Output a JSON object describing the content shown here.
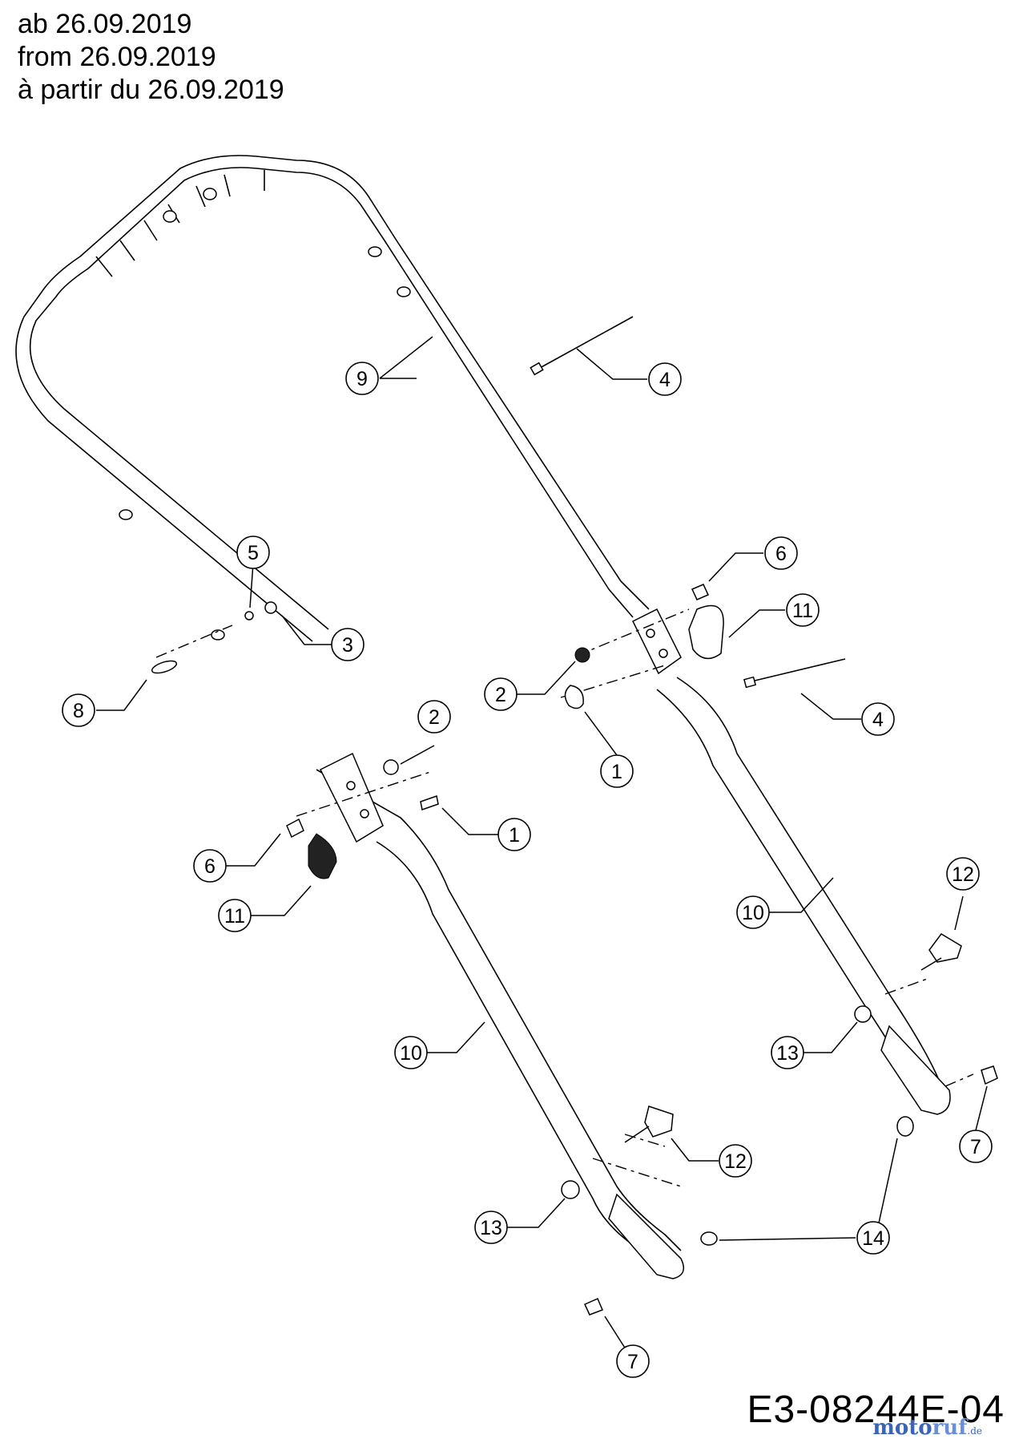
{
  "header": {
    "line_de": "ab 26.09.2019",
    "line_en": "from 26.09.2019",
    "line_fr": "à partir du 26.09.2019"
  },
  "callouts": [
    {
      "id": "c9",
      "label": "9"
    },
    {
      "id": "c4a",
      "label": "4"
    },
    {
      "id": "c5",
      "label": "5"
    },
    {
      "id": "c3",
      "label": "3"
    },
    {
      "id": "c8",
      "label": "8"
    },
    {
      "id": "c6a",
      "label": "6"
    },
    {
      "id": "c11a",
      "label": "11"
    },
    {
      "id": "c2a",
      "label": "2"
    },
    {
      "id": "c4b",
      "label": "4"
    },
    {
      "id": "c1a",
      "label": "1"
    },
    {
      "id": "c2b",
      "label": "2"
    },
    {
      "id": "c1b",
      "label": "1"
    },
    {
      "id": "c6b",
      "label": "6"
    },
    {
      "id": "c11b",
      "label": "11"
    },
    {
      "id": "c10a",
      "label": "10"
    },
    {
      "id": "c12a",
      "label": "12"
    },
    {
      "id": "c13a",
      "label": "13"
    },
    {
      "id": "c7a",
      "label": "7"
    },
    {
      "id": "c10b",
      "label": "10"
    },
    {
      "id": "c12b",
      "label": "12"
    },
    {
      "id": "c13b",
      "label": "13"
    },
    {
      "id": "c14",
      "label": "14"
    },
    {
      "id": "c7b",
      "label": "7"
    }
  ],
  "footer": {
    "drawing_code": "E3-08244E-04"
  },
  "watermark": {
    "part1": "moto",
    "part2": "ruf",
    "suffix": ".de"
  }
}
